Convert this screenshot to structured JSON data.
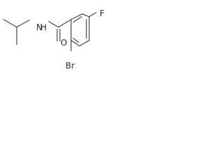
{
  "structure": {
    "atoms": {
      "nitrogen": "N",
      "hydrogen": "H",
      "oxygen": "O",
      "fluorine": "F",
      "bromine": "Br"
    },
    "colors": {
      "bond": "#4a4a4a",
      "label": "#2b2b2b",
      "background": "#ffffff"
    }
  }
}
